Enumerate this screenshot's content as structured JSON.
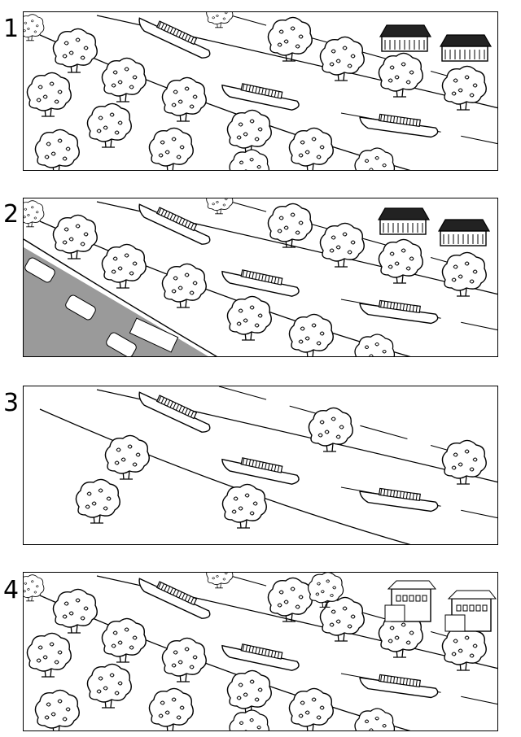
{
  "panels": [
    {
      "number": "1",
      "has_road": false,
      "has_houses": true,
      "tree_density": "full"
    },
    {
      "number": "2",
      "has_road": true,
      "has_houses": true,
      "tree_density": "reduced"
    },
    {
      "number": "3",
      "has_road": false,
      "has_houses": false,
      "tree_density": "sparse"
    },
    {
      "number": "4",
      "has_road": false,
      "has_houses": true,
      "tree_density": "full"
    }
  ],
  "colors": {
    "ink": "#000000",
    "paper": "#ffffff",
    "road": "#9a9a9a"
  }
}
